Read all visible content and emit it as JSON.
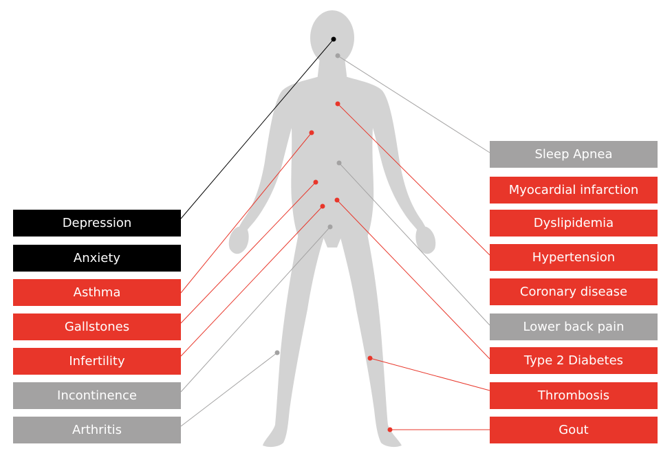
{
  "colors": {
    "background": "#ffffff",
    "silhouette": "#d3d3d3",
    "black_category": "#000000",
    "red_category": "#e8362a",
    "gray_category": "#a3a2a2",
    "text_on_box": "#ffffff"
  },
  "left_labels": [
    {
      "id": "depression",
      "label": "Depression",
      "category": "black"
    },
    {
      "id": "anxiety",
      "label": "Anxiety",
      "category": "black"
    },
    {
      "id": "asthma",
      "label": "Asthma",
      "category": "red"
    },
    {
      "id": "gallstones",
      "label": "Gallstones",
      "category": "red"
    },
    {
      "id": "infertility",
      "label": "Infertility",
      "category": "red"
    },
    {
      "id": "incontinence",
      "label": "Incontinence",
      "category": "gray"
    },
    {
      "id": "arthritis",
      "label": "Arthritis",
      "category": "gray"
    }
  ],
  "right_labels": [
    {
      "id": "sleep-apnea",
      "label": "Sleep Apnea",
      "category": "gray"
    },
    {
      "id": "myocardial-infarction",
      "label": "Myocardial infarction",
      "category": "red"
    },
    {
      "id": "dyslipidemia",
      "label": "Dyslipidemia",
      "category": "red"
    },
    {
      "id": "hypertension",
      "label": "Hypertension",
      "category": "red"
    },
    {
      "id": "coronary-disease",
      "label": "Coronary disease",
      "category": "red"
    },
    {
      "id": "lower-back-pain",
      "label": "Lower back pain",
      "category": "gray"
    },
    {
      "id": "type-2-diabetes",
      "label": "Type 2 Diabetes",
      "category": "red"
    },
    {
      "id": "thrombosis",
      "label": "Thrombosis",
      "category": "red"
    },
    {
      "id": "gout",
      "label": "Gout",
      "category": "red"
    }
  ],
  "connectors": [
    {
      "from": "depression",
      "category": "black"
    },
    {
      "from": "asthma",
      "category": "red"
    },
    {
      "from": "gallstones",
      "category": "red"
    },
    {
      "from": "infertility",
      "category": "red"
    },
    {
      "from": "incontinence",
      "category": "gray"
    },
    {
      "from": "arthritis",
      "category": "gray"
    },
    {
      "from": "sleep-apnea",
      "category": "gray"
    },
    {
      "from": "hypertension",
      "category": "red"
    },
    {
      "from": "lower-back-pain",
      "category": "gray"
    },
    {
      "from": "type-2-diabetes",
      "category": "red"
    },
    {
      "from": "thrombosis",
      "category": "red"
    },
    {
      "from": "gout",
      "category": "red"
    }
  ]
}
